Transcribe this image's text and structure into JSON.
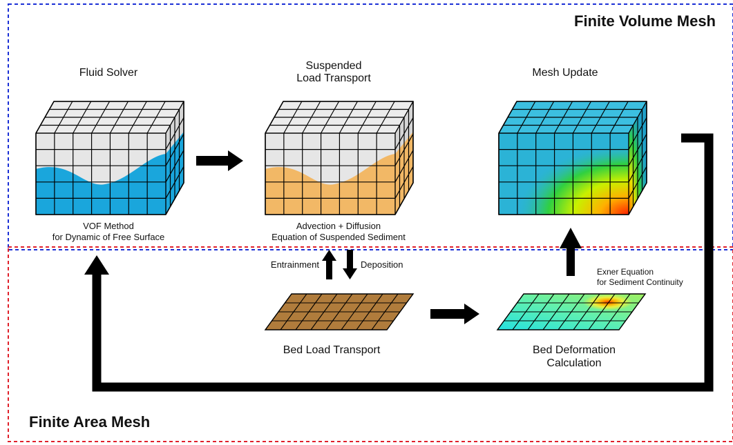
{
  "regions": {
    "volume_mesh": {
      "title": "Finite Volume Mesh",
      "border_color": "#1a2fd6"
    },
    "area_mesh": {
      "title": "Finite Area Mesh",
      "border_color": "#e0202a"
    }
  },
  "nodes": {
    "fluid_solver": {
      "title": "Fluid Solver",
      "caption_1": "VOF Method",
      "caption_2": "for Dynamic of Free Surface",
      "liquid_color": "#1aa6dc"
    },
    "suspended": {
      "title_1": "Suspended",
      "title_2": "Load Transport",
      "caption_1": "Advection + Diffusion",
      "caption_2": "Equation of Suspended Sediment",
      "liquid_color": "#f2b866"
    },
    "mesh_update": {
      "title": "Mesh Update",
      "base_color": "#2bb3d6"
    },
    "bed_load": {
      "title": "Bed Load Transport",
      "fill_color": "#b07c3c"
    },
    "bed_deformation": {
      "title_1": "Bed Deformation",
      "title_2": "Calculation",
      "caption_1": "Exner Equation",
      "caption_2": "for Sediment Continuity"
    }
  },
  "flow_labels": {
    "entrainment": "Entrainment",
    "deposition": "Deposition"
  }
}
